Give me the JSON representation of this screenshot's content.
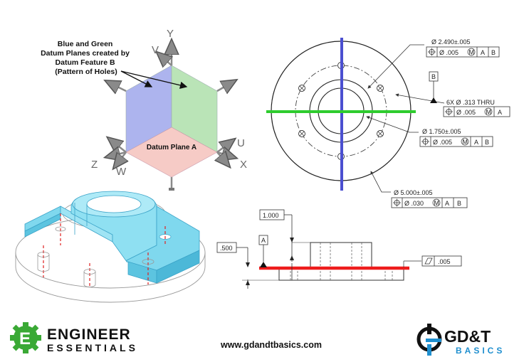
{
  "datum_diagram": {
    "callout": [
      "Blue and Green",
      "Datum Planes created by",
      "Datum Feature B",
      "(Pattern of Holes)"
    ],
    "plane_a_label": "Datum Plane A",
    "axis_labels": {
      "y": "Y",
      "v": "V",
      "u": "U",
      "x": "X",
      "z": "Z",
      "w": "W"
    },
    "colors": {
      "blue_plane": "#a9b0ee",
      "green_plane": "#b7e3b4",
      "red_plane": "#f6c9c3"
    }
  },
  "top_view": {
    "fcf_outer": {
      "dim": "Ø 2.490±.005",
      "tol": "Ø .005",
      "mod": "M",
      "d1": "A",
      "d2": "B"
    },
    "datum_b": "B",
    "thru": "6X  Ø .313 THRU",
    "fcf_holes": {
      "tol": "Ø .005",
      "mod": "M",
      "d1": "A"
    },
    "fcf_mid": {
      "dim": "Ø 1.750±.005",
      "tol": "Ø .005",
      "mod": "M",
      "d1": "A",
      "d2": "B"
    },
    "fcf_od": {
      "dim": "Ø 5.000±.005",
      "tol": "Ø .030",
      "mod": "M",
      "d1": "A",
      "d2": "B"
    },
    "colors": {
      "blue_line": "#4b4fd0",
      "green_line": "#2ecc2e"
    }
  },
  "side_view": {
    "height_dim": "1.000",
    "base_dim": ".500",
    "datum_a": "A",
    "flatness": ".005",
    "colors": {
      "red_line": "#ee1c1c"
    }
  },
  "footer": {
    "ee_line1": "ENGINEER",
    "ee_line2": "ESSENTIALS",
    "url": "www.gdandtbasics.com",
    "gdt_line1": "GD&T",
    "gdt_line2": "BASICS",
    "colors": {
      "ee_green": "#3aa935",
      "gdt_blue": "#1f8fcf"
    }
  }
}
